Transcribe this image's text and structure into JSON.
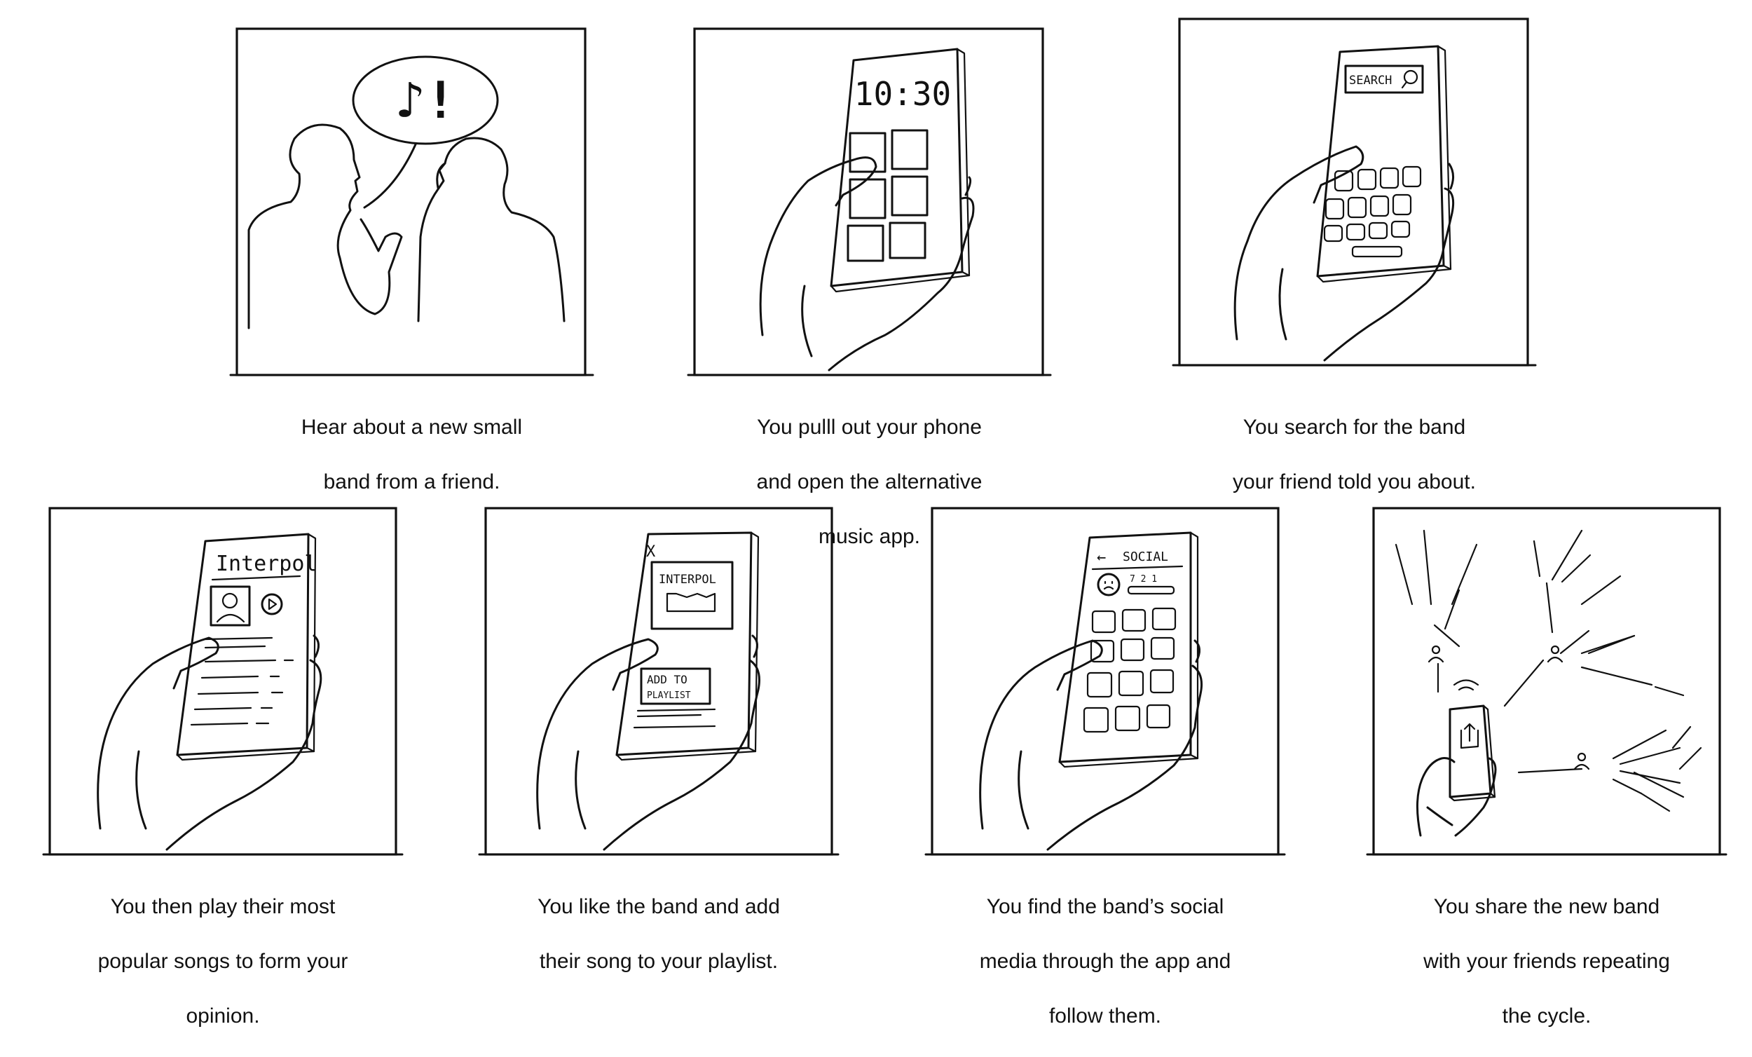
{
  "storyboard": {
    "panels": [
      {
        "id": 1,
        "caption_lines": [
          "Hear about a new small",
          "band from a friend."
        ]
      },
      {
        "id": 2,
        "caption_lines": [
          "You pulll out your phone",
          "and open the alternative",
          "music app."
        ],
        "screen_text": "10:30"
      },
      {
        "id": 3,
        "caption_lines": [
          "You search for the band",
          "your friend told you about."
        ],
        "screen_text": "SEARCH"
      },
      {
        "id": 4,
        "caption_lines": [
          "You then play their most",
          "popular songs to form your",
          "opinion."
        ],
        "screen_text": "Interpol"
      },
      {
        "id": 5,
        "caption_lines": [
          "You like the band and add",
          "their song to your playlist."
        ],
        "screen_text": "INTERPOL",
        "close_mark": "X",
        "button_text": [
          "ADD TO",
          "PLAYLIST"
        ]
      },
      {
        "id": 6,
        "caption_lines": [
          "You find the band’s social",
          "media through the app and",
          "follow them."
        ],
        "screen_text": "SOCIAL",
        "back_arrow": "←"
      },
      {
        "id": 7,
        "caption_lines": [
          "You share the new band",
          "with your friends repeating",
          "the cycle."
        ]
      }
    ]
  },
  "icons": {
    "speech_bubble_glyph": "♪!"
  }
}
